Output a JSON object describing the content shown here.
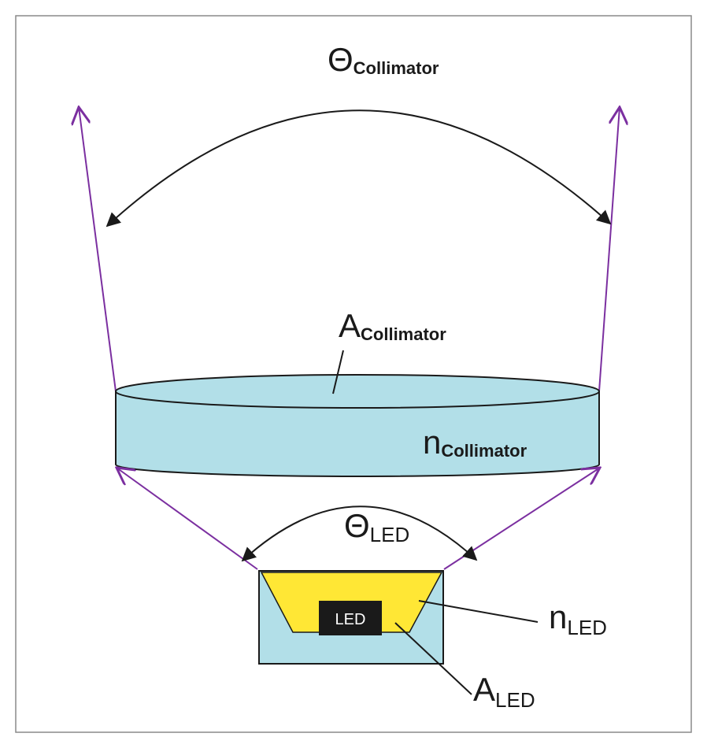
{
  "labels": {
    "theta_collimator": {
      "symbol": "Θ",
      "subscript": "Collimator"
    },
    "area_collimator": {
      "symbol": "A",
      "subscript": "Collimator"
    },
    "n_collimator": {
      "symbol": "n",
      "subscript": "Collimator"
    },
    "theta_led": {
      "symbol": "Θ",
      "subscript": "LED"
    },
    "n_led": {
      "symbol": "n",
      "subscript": "LED"
    },
    "area_led": {
      "symbol": "A",
      "subscript": "LED"
    },
    "led_chip": "LED"
  },
  "colors": {
    "frame": "#8a8a8a",
    "ray": "#7b2fa0",
    "arc": "#1a1a1a",
    "collimator_fill": "#b2dfe8",
    "package_fill": "#b2dfe8",
    "encapsulant_fill": "#ffe735",
    "chip_fill": "#1a1a1a",
    "outline": "#1a1a1a"
  }
}
